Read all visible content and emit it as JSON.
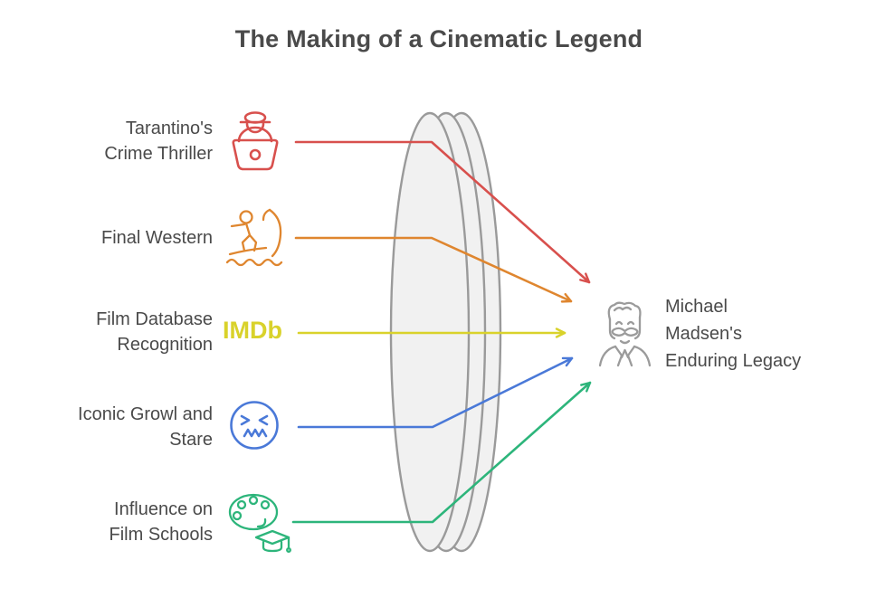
{
  "title": "The Making of a Cinematic Legend",
  "colors": {
    "red": "#d8504d",
    "orange": "#df862f",
    "yellow": "#d9d22b",
    "blue": "#4a79d8",
    "green": "#2db57b",
    "lens-stroke": "#9a9a9a",
    "lens-fill": "#f1f1f1",
    "icon-gray": "#9b9b9b",
    "text": "#4a4a4a"
  },
  "inputs": [
    {
      "lines": [
        "Tarantino's",
        "Crime Thriller"
      ],
      "icon": "robber-with-bag-icon",
      "color": "#d8504d"
    },
    {
      "lines": [
        "Final Western"
      ],
      "icon": "surfer-on-wave-icon",
      "color": "#df862f"
    },
    {
      "lines": [
        "Film Database",
        "Recognition"
      ],
      "icon": "imdb-logo",
      "icon_text": "IMDb",
      "color": "#d9d22b"
    },
    {
      "lines": [
        "Iconic Growl and",
        "Stare"
      ],
      "icon": "angry-face-icon",
      "color": "#4a79d8"
    },
    {
      "lines": [
        "Influence on",
        "Film Schools"
      ],
      "icon": "palette-graduation-cap-icon",
      "color": "#2db57b"
    }
  ],
  "output": {
    "lines": [
      "Michael",
      "Madsen's",
      "Enduring Legacy"
    ],
    "icon": "mustached-man-icon"
  }
}
